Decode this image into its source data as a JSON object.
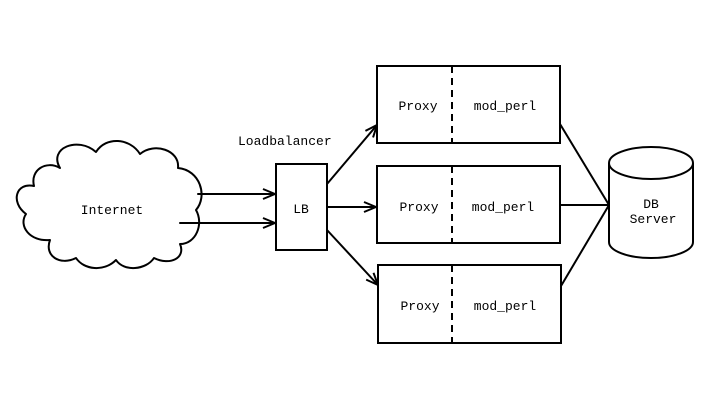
{
  "internet": {
    "label": "Internet"
  },
  "loadbalancer": {
    "caption": "Loadbalancer",
    "label": "LB"
  },
  "servers": [
    {
      "left": "Proxy",
      "right": "mod_perl"
    },
    {
      "left": "Proxy",
      "right": "mod_perl"
    },
    {
      "left": "Proxy",
      "right": "mod_perl"
    }
  ],
  "database": {
    "line1": "DB",
    "line2": "Server"
  },
  "colors": {
    "stroke": "#000000",
    "background": "#ffffff"
  }
}
